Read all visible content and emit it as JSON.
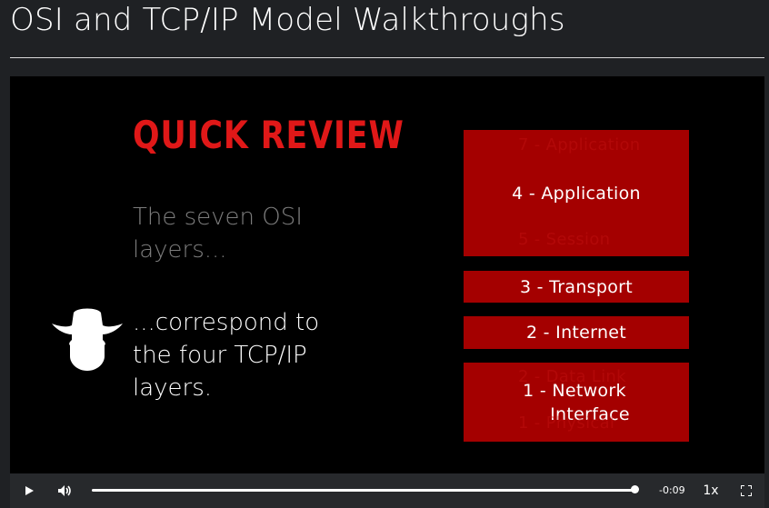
{
  "page": {
    "title": "OSI and TCP/IP Model Walkthroughs"
  },
  "slide": {
    "heading": "QUICK REVIEW",
    "line_dim": "The seven OSI layers...",
    "line_bright": "...correspond to the four TCP/IP layers.",
    "icon": "spy-hat-silhouette-icon",
    "tcp_layers": [
      {
        "label": "4 - Application"
      },
      {
        "label": "3 - Transport"
      },
      {
        "label": "2 - Internet"
      },
      {
        "label_line1": "1 - Network",
        "label_line2": "Interface"
      }
    ],
    "osi_ghost_labels": {
      "top": "7 - Application",
      "middle": "5 - Session",
      "data_link": "2 - Data Link",
      "physical": "1 - Physical"
    },
    "colors": {
      "heading": "#e01818",
      "layer_fill": "#a40000"
    }
  },
  "player": {
    "time": "-0:09",
    "speed": "1x",
    "progress": 0.99,
    "icons": [
      "play-icon",
      "volume-icon",
      "fullscreen-icon"
    ]
  }
}
